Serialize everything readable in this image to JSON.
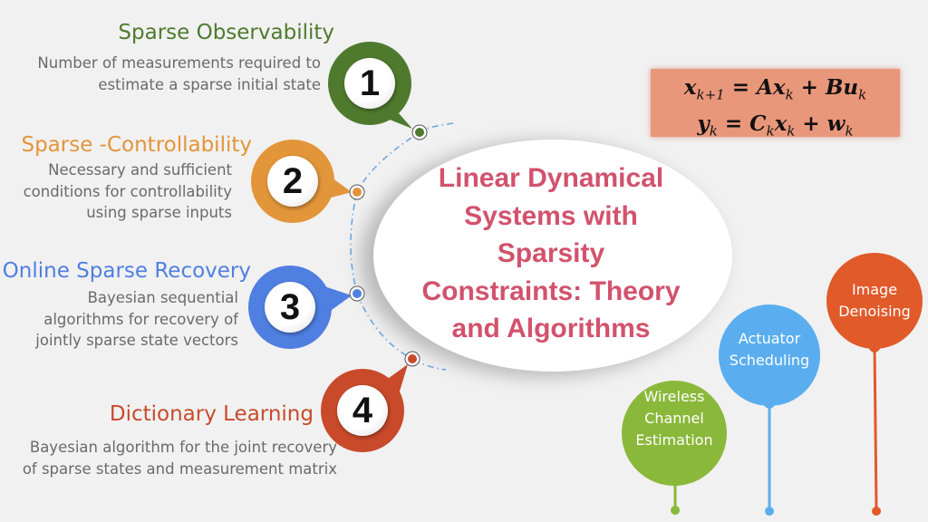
{
  "title": {
    "lines": [
      "Linear Dynamical",
      "Systems with",
      "Sparsity",
      "Constraints: Theory",
      "and Algorithms"
    ]
  },
  "equations": {
    "line1": {
      "lhs": "x",
      "lhs_sub": "k+1",
      "rhs": "= Ax",
      "rhs_sub1": "k",
      "plus": " + Bu",
      "rhs_sub2": "k"
    },
    "line2": {
      "lhs": "y",
      "lhs_sub": "k",
      "rhs": "= C",
      "rhs_sub1": "k",
      "mid": "x",
      "mid_sub": "k",
      "plus": " + w",
      "rhs_sub2": "k"
    }
  },
  "topics": [
    {
      "number": "1",
      "heading": "Sparse  Observability",
      "color": "#4f7a2e",
      "desc": [
        "Number of measurements required to",
        "estimate a sparse initial state"
      ]
    },
    {
      "number": "2",
      "heading": "Sparse -Controllability",
      "color": "#e3953a",
      "desc": [
        "Necessary and sufficient",
        "conditions for controllability",
        "using sparse inputs"
      ]
    },
    {
      "number": "3",
      "heading": "Online Sparse  Recovery",
      "color": "#4f7fe0",
      "desc": [
        "Bayesian sequential",
        "algorithms for recovery of",
        "jointly sparse state vectors"
      ]
    },
    {
      "number": "4",
      "heading": "Dictionary  Learning",
      "color": "#c84a2b",
      "desc": [
        "Bayesian algorithm for the joint recovery",
        "of sparse states and measurement matrix"
      ]
    }
  ],
  "applications": [
    {
      "lines": [
        "Wireless",
        "Channel",
        "Estimation"
      ],
      "color": "#8ab83a"
    },
    {
      "lines": [
        "Actuator",
        "Scheduling"
      ],
      "color": "#5aaef0"
    },
    {
      "lines": [
        "Image",
        "Denoising"
      ],
      "color": "#e05a2a"
    }
  ]
}
